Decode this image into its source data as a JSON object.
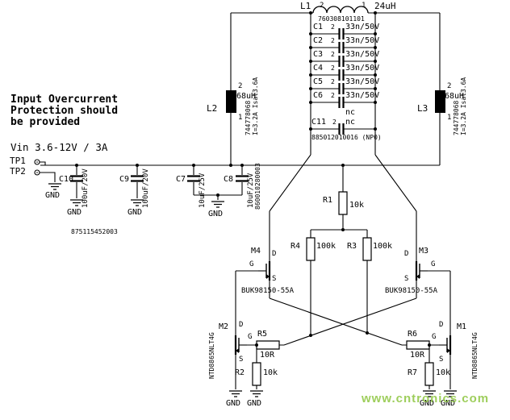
{
  "notes": {
    "lines": [
      "Input Overcurrent",
      "Protection should",
      "be provided"
    ]
  },
  "input": {
    "vin": "Vin 3.6-12V / 3A",
    "tp1": "TP1",
    "tp2": "TP2",
    "caps": [
      {
        "ref": "C10",
        "value": "100uF/20V"
      },
      {
        "ref": "C9",
        "value": "100uF/20V"
      },
      {
        "ref": "C7",
        "value": "10uF/25V"
      },
      {
        "ref": "C8",
        "value": "10uF/25V",
        "part": "860010280003"
      }
    ],
    "part": "875115452003"
  },
  "tank": {
    "l1": {
      "ref": "L1",
      "pin1": "1",
      "pin2": "2",
      "value": "24uH",
      "part": "760308101101"
    },
    "caps": [
      {
        "ref": "C1",
        "pin": "2",
        "value": "33n/50V"
      },
      {
        "ref": "C2",
        "pin": "2",
        "value": "33n/50V"
      },
      {
        "ref": "C3",
        "pin": "2",
        "value": "33n/50V"
      },
      {
        "ref": "C4",
        "pin": "2",
        "value": "33n/50V"
      },
      {
        "ref": "C5",
        "pin": "2",
        "value": "33n/50V"
      },
      {
        "ref": "C6",
        "pin": "2",
        "value": "33n/50V"
      },
      {
        "ref": "C11",
        "pin": "2",
        "value": "nc"
      }
    ],
    "nc_extra": "nc",
    "part": "885012010016 (NP0)"
  },
  "chokes": {
    "l2": {
      "ref": "L2",
      "pin_top": "2",
      "pin_bot": "1",
      "value": "68uH",
      "part": "744778068",
      "note": "I=3.2A Isat3.6A"
    },
    "l3": {
      "ref": "L3",
      "pin_top": "2",
      "pin_bot": "1",
      "value": "68uH",
      "part": "744778068",
      "note": "I=3.2A Isat3.6A"
    }
  },
  "resistors": {
    "r1": {
      "ref": "R1",
      "value": "10k"
    },
    "r2": {
      "ref": "R2",
      "value": "10k"
    },
    "r3": {
      "ref": "R3",
      "value": "100k"
    },
    "r4": {
      "ref": "R4",
      "value": "100k"
    },
    "r5": {
      "ref": "R5",
      "value": "10R"
    },
    "r6": {
      "ref": "R6",
      "value": "10R"
    },
    "r7": {
      "ref": "R7",
      "value": "10k"
    }
  },
  "mosfets": {
    "m1": {
      "ref": "M1",
      "part": "NTD8865NLT4G"
    },
    "m2": {
      "ref": "M2",
      "part": "NTD8865NLT4G"
    },
    "m3": {
      "ref": "M3",
      "part": "BUK98150-55A"
    },
    "m4": {
      "ref": "M4",
      "part": "BUK98150-55A"
    },
    "pin_d": "D",
    "pin_g": "G",
    "pin_s": "S"
  },
  "gnd": "GND",
  "watermark": {
    "text": "www.cntronics.com",
    "color": "#8dc63f"
  }
}
